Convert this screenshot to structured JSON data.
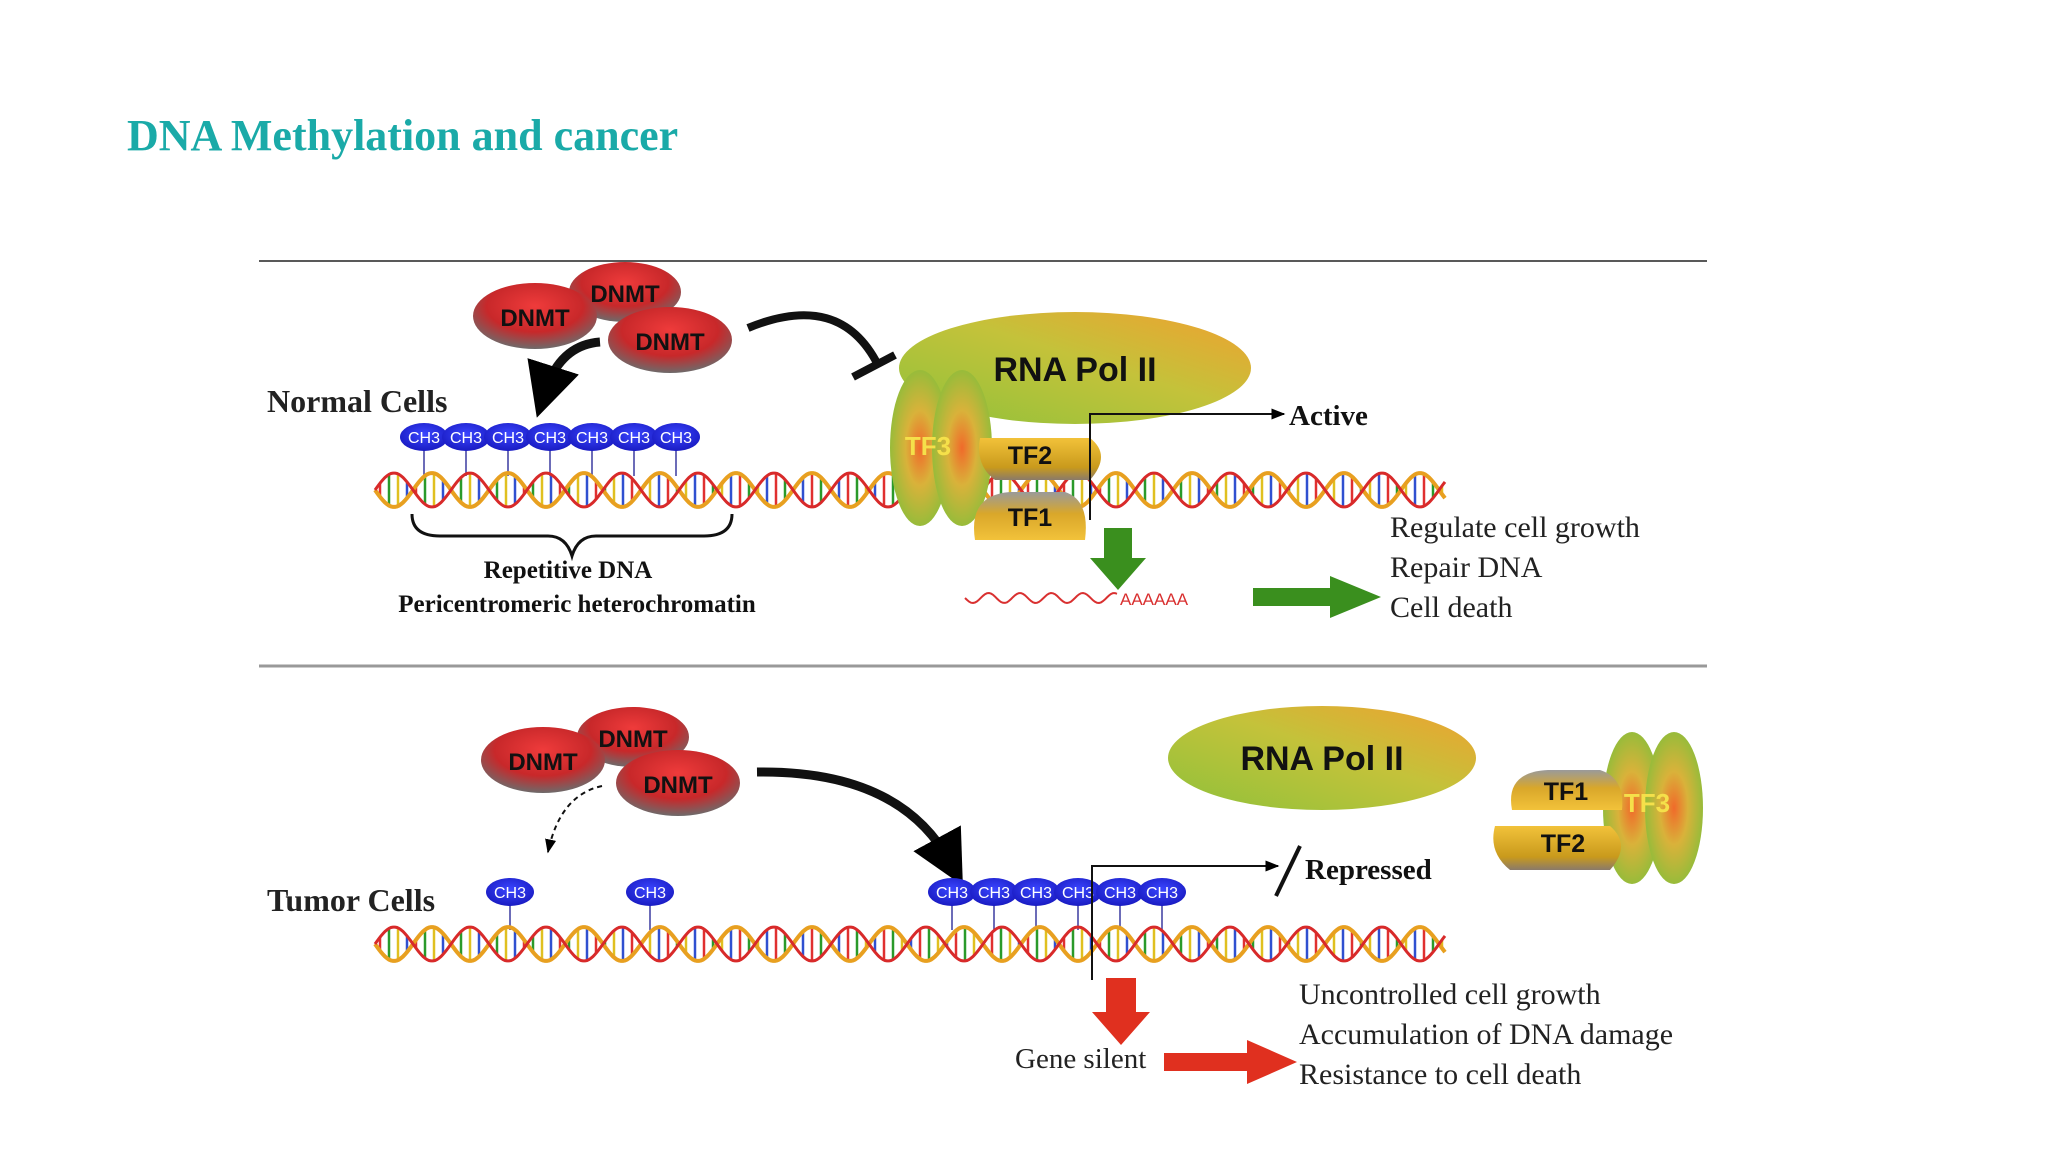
{
  "slide": {
    "title": "DNA Methylation and cancer"
  },
  "colors": {
    "title": "#1aaaa8",
    "dnmt": "#cc2a2a",
    "methyl": "#1a22c8",
    "green_arrow": "#3a8f1e",
    "red_arrow": "#e0301f",
    "pol": "#b8c83a",
    "tf": "#d4a21e"
  },
  "normal": {
    "label": "Normal Cells",
    "dnmt": [
      "DNMT",
      "DNMT",
      "DNMT"
    ],
    "methyl": [
      "CH3",
      "CH3",
      "CH3",
      "CH3",
      "CH3",
      "CH3",
      "CH3"
    ],
    "repetitive_line1": "Repetitive DNA",
    "repetitive_line2": "Pericentromeric heterochromatin",
    "rna_pol": "RNA Pol II",
    "tf1": "TF1",
    "tf2": "TF2",
    "tf3": "TF3",
    "active": "Active",
    "mrna_tail": "AAAAAA",
    "outcomes": [
      "Regulate cell growth",
      "Repair DNA",
      "Cell death"
    ]
  },
  "tumor": {
    "label": "Tumor Cells",
    "dnmt": [
      "DNMT",
      "DNMT",
      "DNMT"
    ],
    "methyl_sparse": [
      "CH3",
      "CH3"
    ],
    "methyl_promoter": [
      "CH3",
      "CH3",
      "CH3",
      "CH3",
      "CH3",
      "CH3"
    ],
    "rna_pol": "RNA Pol II",
    "tf1": "TF1",
    "tf2": "TF2",
    "tf3": "TF3",
    "repressed": "Repressed",
    "gene_silent": "Gene silent",
    "outcomes": [
      "Uncontrolled cell growth",
      "Accumulation of DNA damage",
      "Resistance to cell death"
    ]
  }
}
